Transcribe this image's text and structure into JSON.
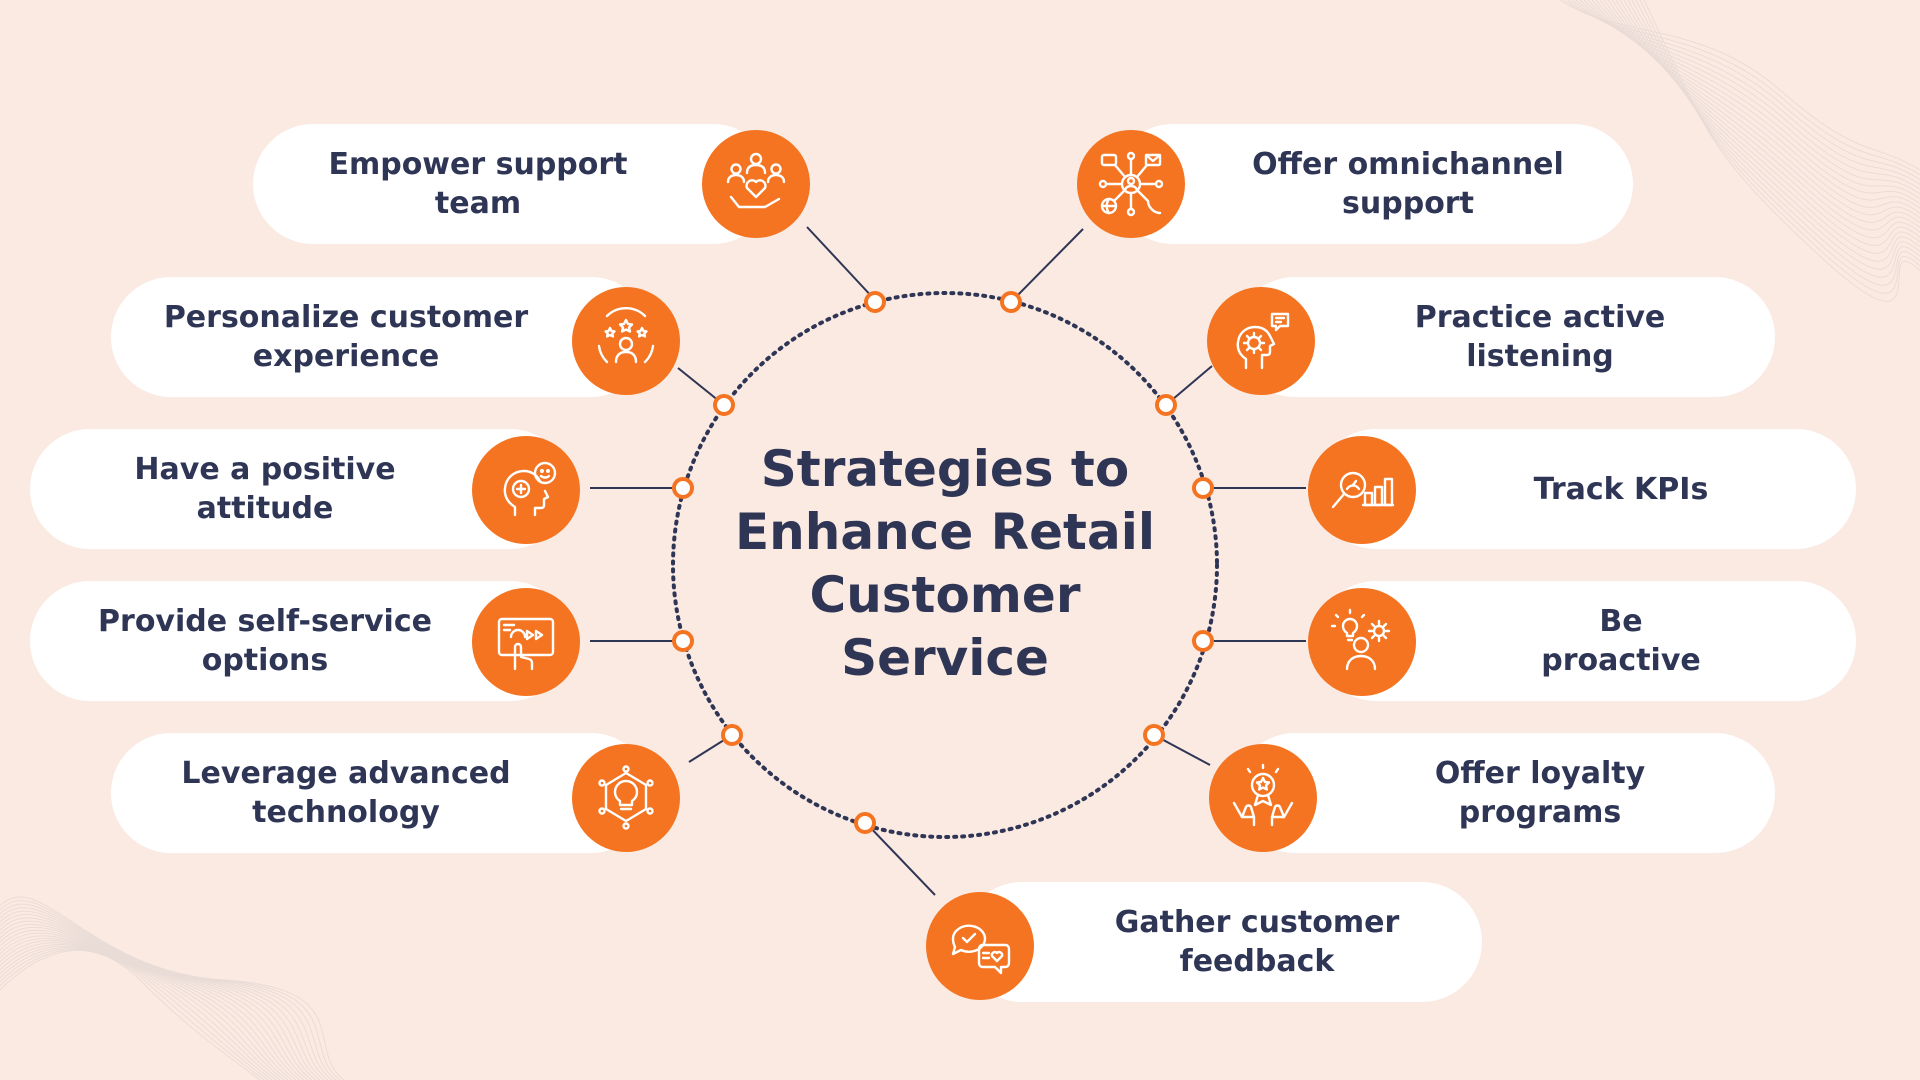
{
  "title": "Strategies to\nEnhance Retail\nCustomer\nService",
  "strategies": {
    "empower": {
      "label": "Empower support\nteam",
      "icon": "team-heart-icon"
    },
    "omnichannel": {
      "label": "Offer omnichannel\nsupport",
      "icon": "network-channels-icon"
    },
    "personalize": {
      "label": "Personalize customer\nexperience",
      "icon": "customer-stars-icon"
    },
    "listening": {
      "label": "Practice active\nlistening",
      "icon": "head-gear-speech-icon"
    },
    "positive": {
      "label": "Have a positive\nattitude",
      "icon": "head-smile-icon"
    },
    "kpis": {
      "label": "Track KPIs",
      "icon": "magnifier-chart-icon"
    },
    "selfservice": {
      "label": "Provide self-service\noptions",
      "icon": "touch-screen-icon"
    },
    "proactive": {
      "label": "Be\nproactive",
      "icon": "person-idea-gear-icon"
    },
    "technology": {
      "label": "Leverage advanced\ntechnology",
      "icon": "tech-bulb-network-icon"
    },
    "loyalty": {
      "label": "Offer loyalty\nprograms",
      "icon": "hands-award-icon"
    },
    "feedback": {
      "label": "Gather customer\nfeedback",
      "icon": "chat-bubbles-icon"
    }
  },
  "colors": {
    "background": "#fbeae2",
    "accent": "#f47421",
    "text": "#2f3555",
    "pill": "#ffffff"
  }
}
